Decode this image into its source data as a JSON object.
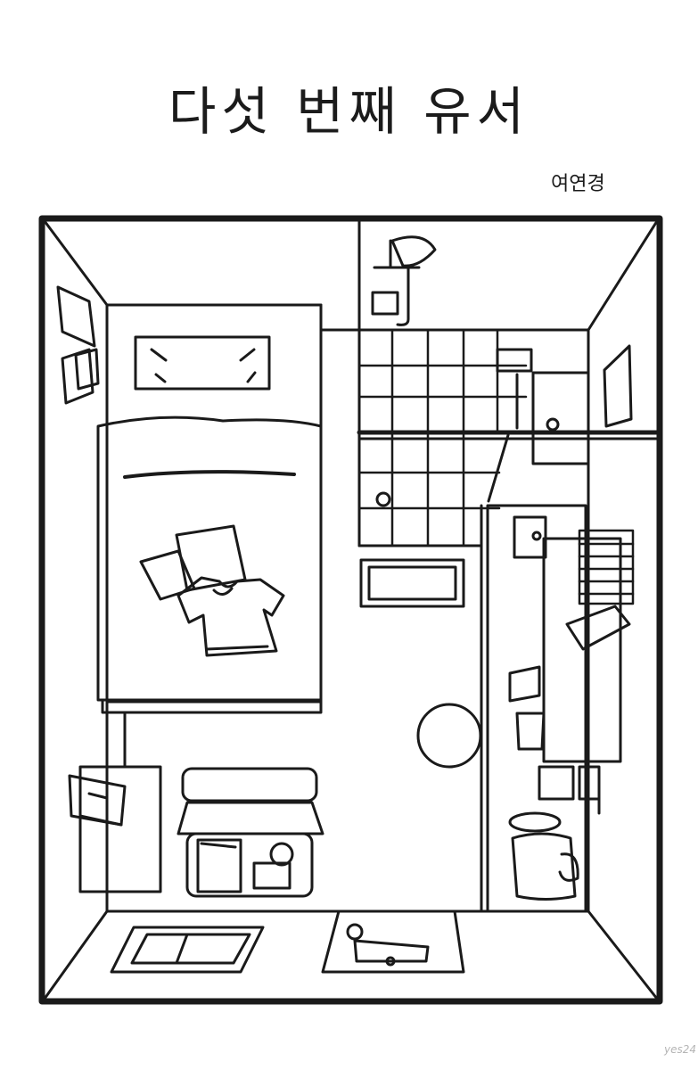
{
  "cover": {
    "title": "다섯 번째 유서",
    "author": "여연경",
    "watermark": "yes24",
    "ink_color": "#1a1a1a",
    "paper_color": "#ffffff"
  }
}
